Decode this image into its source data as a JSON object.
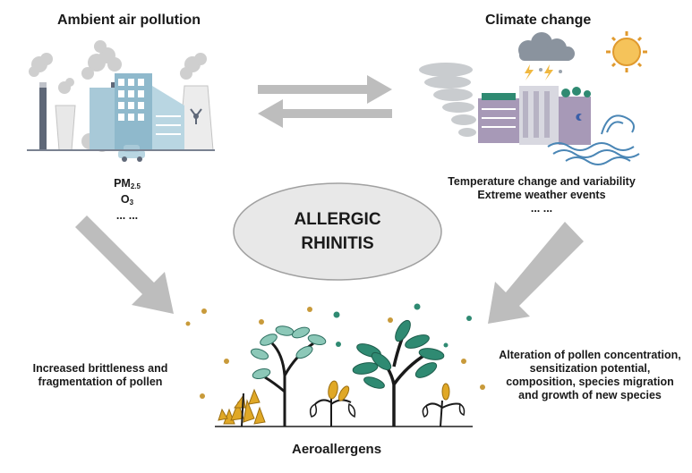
{
  "left": {
    "title": "Ambient air pollution",
    "pollutants": {
      "pm_main": "PM",
      "pm_sub": "2.5",
      "o3_main": "O",
      "o3_sub": "3",
      "ellipsis": "... ..."
    }
  },
  "right": {
    "title": "Climate change",
    "lines": [
      "Temperature change and variability",
      "Extreme weather events",
      "... ..."
    ]
  },
  "center": {
    "line1": "ALLERGIC",
    "line2": "RHINITIS"
  },
  "bottom": {
    "title": "Aeroallergens",
    "left_effect": [
      "Increased brittleness and",
      "fragmentation of pollen"
    ],
    "right_effect": [
      "Alteration of pollen concentration,",
      "sensitization potential,",
      "composition, species migration",
      "and growth of new species"
    ]
  },
  "colors": {
    "arrow": "#bfbfbf",
    "ellipse": "#e6e6e6",
    "factory": "#606a7a",
    "smoke": "#c9c9c9",
    "building": "#9fc3d3",
    "flood": "#4a86b5",
    "sun": "#f0b840",
    "leaf_green": "#2f8a72",
    "leaf_yellow": "#e0a826"
  }
}
